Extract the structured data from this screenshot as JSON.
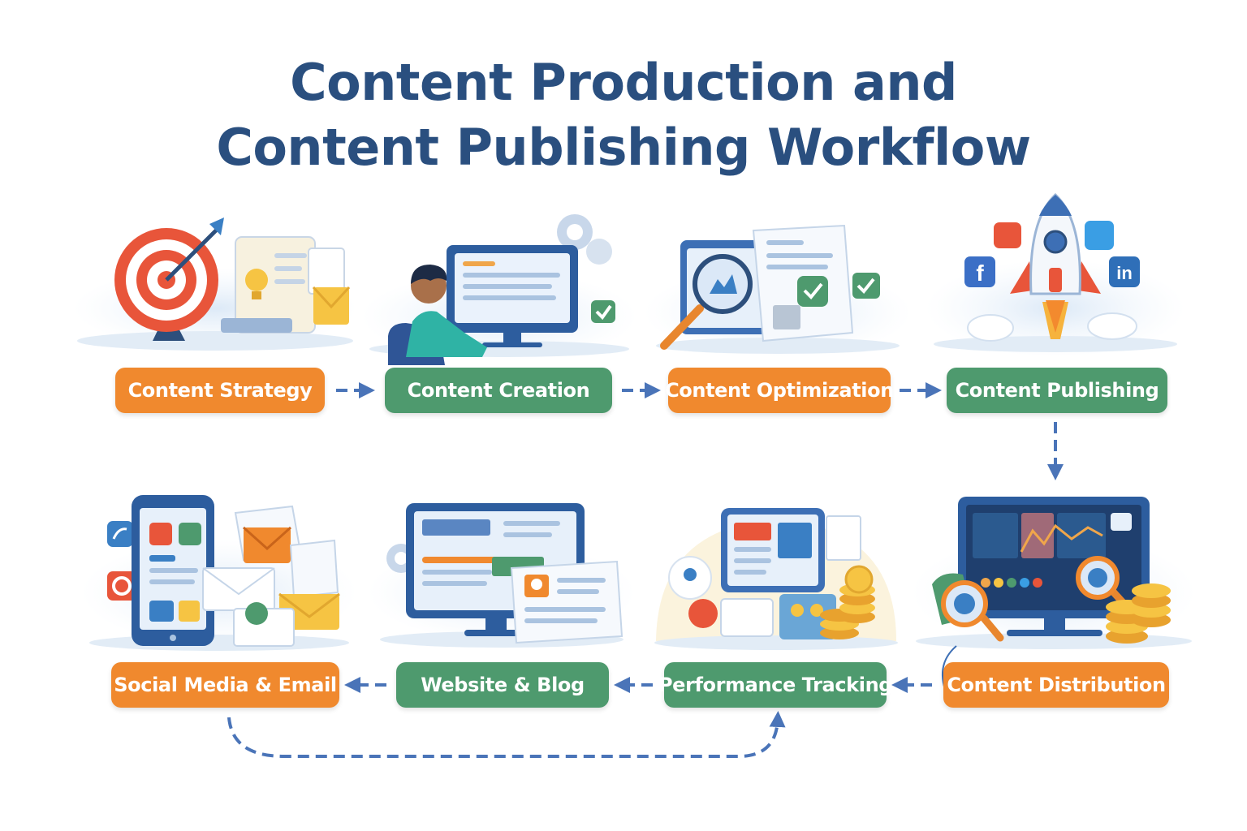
{
  "title": {
    "line1": "Content Production and",
    "line2": "Content Publishing Workflow"
  },
  "colors": {
    "title": "#2a4f7f",
    "orange_step": "#f0892e",
    "green_step": "#4e9a6e",
    "arrow": "#4a74b8"
  },
  "steps": [
    {
      "label": "Content Strategy",
      "color": "orange",
      "icon": "target-strategy-icon"
    },
    {
      "label": "Content Creation",
      "color": "green",
      "icon": "person-at-computer-icon"
    },
    {
      "label": "Content Optimization",
      "color": "orange",
      "icon": "magnifier-document-icon"
    },
    {
      "label": "Content Publishing",
      "color": "green",
      "icon": "rocket-social-icon"
    },
    {
      "label": "Content Distribution",
      "color": "orange",
      "icon": "analytics-monitor-coins-icon"
    },
    {
      "label": "Performance Tracking",
      "color": "green",
      "icon": "dashboard-coins-icon"
    },
    {
      "label": "Website & Blog",
      "color": "green",
      "icon": "website-monitor-icon"
    },
    {
      "label": "Social Media & Email",
      "color": "orange",
      "icon": "phone-envelopes-icon"
    }
  ],
  "flow": [
    {
      "from": "Content Strategy",
      "to": "Content Creation"
    },
    {
      "from": "Content Creation",
      "to": "Content Optimization"
    },
    {
      "from": "Content Optimization",
      "to": "Content Publishing"
    },
    {
      "from": "Content Publishing",
      "to": "Content Distribution"
    },
    {
      "from": "Content Distribution",
      "to": "Performance Tracking"
    },
    {
      "from": "Performance Tracking",
      "to": "Website & Blog"
    },
    {
      "from": "Website & Blog",
      "to": "Social Media & Email"
    },
    {
      "from": "Social Media & Email",
      "to": "Performance Tracking"
    }
  ]
}
